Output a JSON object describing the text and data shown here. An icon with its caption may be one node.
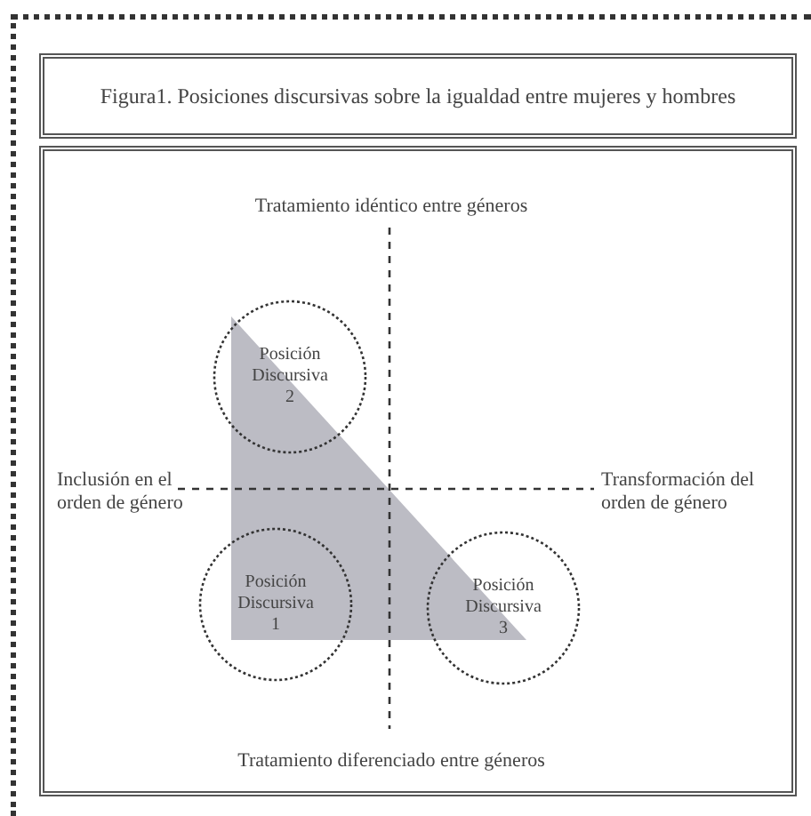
{
  "diagram": {
    "title": "Figura1. Posiciones discursivas sobre la igualdad entre mujeres y hombres",
    "nodes": [
      {
        "text": [
          "Posición Discursiva 2"
        ]
      },
      {
        "text": [
          "Posición Discursiva 1"
        ]
      },
      {
        "text": [
          "Posición Discursiva 3"
        ]
      }
    ],
    "labels": [
      "Tratamiento idéntico entre géneros",
      "Inclusión en el orden de género",
      "Transformación del orden de género",
      "Tratamiento diferenciado entre géneros"
    ]
  }
}
